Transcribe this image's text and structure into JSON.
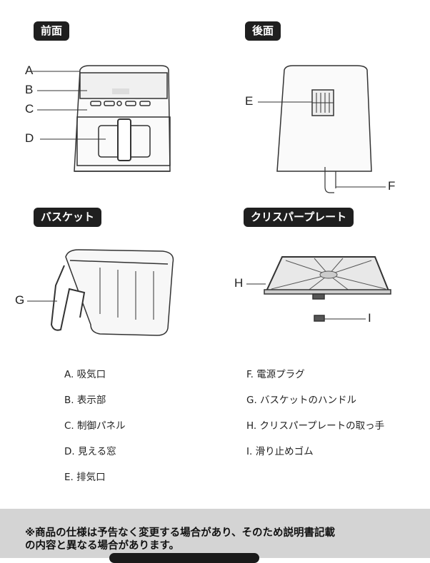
{
  "sections": {
    "front": "前面",
    "back": "後面",
    "basket": "バスケット",
    "plate": "クリスパープレート"
  },
  "letters": {
    "A": "A",
    "B": "B",
    "C": "C",
    "D": "D",
    "E": "E",
    "F": "F",
    "G": "G",
    "H": "H",
    "I": "I"
  },
  "legend": {
    "left": [
      "A. 吸気口",
      "B. 表示部",
      "C. 制御パネル",
      "D. 見える窓",
      "E. 排気口"
    ],
    "right": [
      "F. 電源プラグ",
      "G. バスケットのハンドル",
      "H. クリスパープレートの取っ手",
      "I. 滑り止めゴム"
    ]
  },
  "note": {
    "line1": "※商品の仕様は予告なく変更する場合があり、そのため説明書記載",
    "line2": "の内容と異なる場合があります。"
  }
}
